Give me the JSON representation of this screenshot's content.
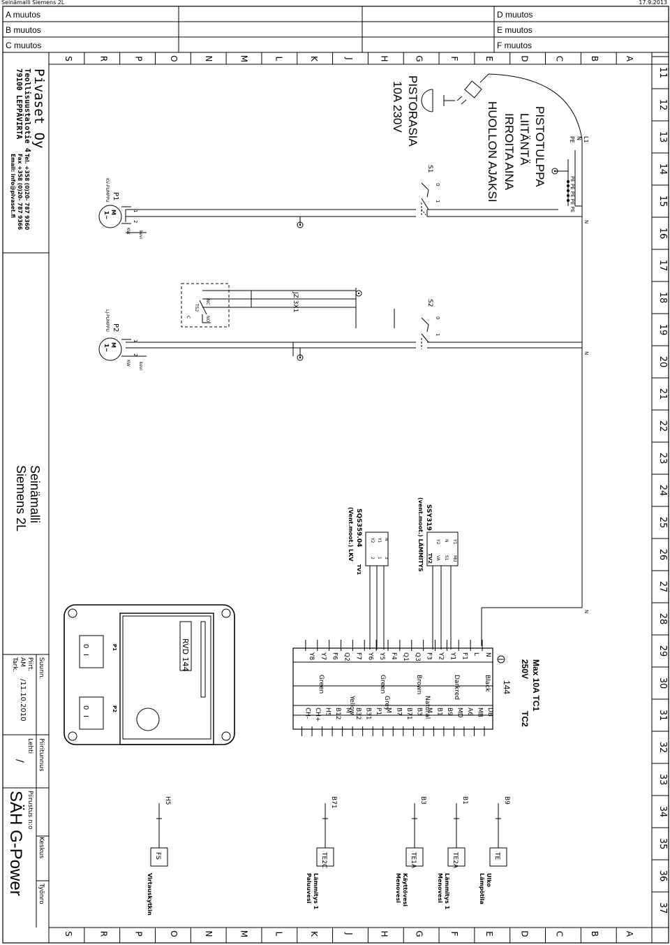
{
  "header": {
    "file_title": "Seinämalli Siemens 2L",
    "date": "17.9.2013",
    "revisions_left": [
      "A muutos",
      "B muutos",
      "C muutos"
    ],
    "revisions_right": [
      "D muutos",
      "E muutos",
      "F muutos"
    ]
  },
  "grid": {
    "row_letters": [
      "S",
      "R",
      "P",
      "O",
      "N",
      "M",
      "L",
      "K",
      "J",
      "H",
      "G",
      "F",
      "E",
      "D",
      "C",
      "B",
      "A"
    ],
    "col_numbers": [
      "11",
      "12",
      "13",
      "14",
      "15",
      "16",
      "17",
      "18",
      "19",
      "20",
      "21",
      "22",
      "23",
      "24",
      "25",
      "26",
      "27",
      "28",
      "29",
      "30",
      "31",
      "32",
      "33",
      "34",
      "35",
      "36",
      "37"
    ]
  },
  "company": {
    "name": "Pivaset Oy",
    "street": "Teollisuustalotie 4",
    "city": "79100 LEPPÄVIRTA",
    "tel": "Tel. +358 (0)20- 787 9360",
    "fax": "Fax +358 (0)20- 787 9366",
    "email": "Email: info@pivaset.fi"
  },
  "title_block": {
    "title_line1": "Seinämalli",
    "title_line2": "Siemens 2L",
    "suunn_label": "Suunn.",
    "piirt_label": "Piirt.",
    "piirt_value": "AM",
    "tark_label": "Tark.",
    "date_value": "/11.10.2010",
    "lehti_label": "Lehti",
    "lehti_value": "/",
    "piiritunnus_label": "Piiritunnus",
    "piirustus_label": "Piirustus n:o",
    "keskus_label": "Keskus",
    "tyonro_label": "Työnro",
    "drawing_name": "SÄH G-Power"
  },
  "power": {
    "note_line1": "PISTOTULPPA",
    "note_line2": "LIITÄNTÄ",
    "note_line3": "IRROITA AINA",
    "note_line4": "HUOLLON AJAKSI",
    "socket_line1": "PISTORASIA",
    "socket_line2": "10A 230V",
    "l1": "L1",
    "n": "N",
    "pe": "PE",
    "pe_terminals": "PE PE PE PE PE",
    "n_label": "N"
  },
  "switches": {
    "s1": "S1",
    "s2": "S2",
    "zero": "0",
    "one": "1"
  },
  "pumps": {
    "p1": "P1",
    "p1_type": "KV-PUMPPU",
    "p2": "P2",
    "p2_type": "LJ-PUMPPU",
    "motor_m": "M",
    "motor_tilde": "1~",
    "kevi": "kevi",
    "term1": "1",
    "term2": "2",
    "kw": "KW"
  },
  "thermostat": {
    "ts2": "TS2",
    "nc": "NC",
    "no": "NO",
    "c": "C",
    "cable": "JZ 3X1"
  },
  "actuators": {
    "ssy_name": "SSY319",
    "ssy_desc": "(vent.moot.) LÄMMITYS",
    "ssy_tag": "TV2",
    "ssy_pins_left": [
      "Y1",
      "N",
      "Y2"
    ],
    "ssy_pins_right": [
      "MU",
      "S1",
      "VA"
    ],
    "sqs_name": "SQS359.04",
    "sqs_desc": "(Vent.moot.) LKV",
    "sqs_tag": "TV1",
    "sqs_pins_left": [
      "N",
      "Y1",
      "Y2"
    ],
    "sqs_pins_right": [
      "3",
      "1",
      "2"
    ]
  },
  "controller": {
    "model": "RVD 144",
    "p1": "P1",
    "p2": "P2",
    "zero": "0",
    "one": "I"
  },
  "terminal_block": {
    "title": "Max 10A TC1",
    "volt": "250V",
    "tc2": "TC2",
    "num": "144",
    "upper_pins": [
      "N",
      "L",
      "F1",
      "Y1",
      "Y2",
      "F3",
      "Q3",
      "Q1",
      "F4",
      "Y5",
      "Y6",
      "F7",
      "Q2",
      "F6",
      "Y7",
      "Y8"
    ],
    "lower_pins": [
      "DB",
      "MB",
      "A6",
      "MD",
      "B9",
      "B1",
      "M",
      "B3",
      "B71",
      "B7",
      "M",
      "P1",
      "B31",
      "B32",
      "M",
      "B12",
      "H5",
      "CH+",
      "CH-"
    ],
    "wire_colors_upper": [
      "Black",
      "Darkred",
      "Brown",
      "Green",
      "Green"
    ],
    "wire_colors_lower": [
      "Natural",
      "Grey",
      "Yellow"
    ]
  },
  "sensors": [
    {
      "tag": "B9",
      "label": "TE",
      "desc1": "Ulko",
      "desc2": "Lämpötila"
    },
    {
      "tag": "B1",
      "label": "TE2A",
      "desc1": "Lämmitys 1",
      "desc2": "Menovesi"
    },
    {
      "tag": "B3",
      "label": "TE1A",
      "desc1": "Käyttövesi",
      "desc2": "Menovesi"
    },
    {
      "tag": "B71",
      "label": "TE2C",
      "desc1": "Lämmitys 1",
      "desc2": "Paluuvesi"
    },
    {
      "tag": "H5",
      "label": "FS",
      "desc1": "Virtauskytkin",
      "desc2": ""
    }
  ]
}
